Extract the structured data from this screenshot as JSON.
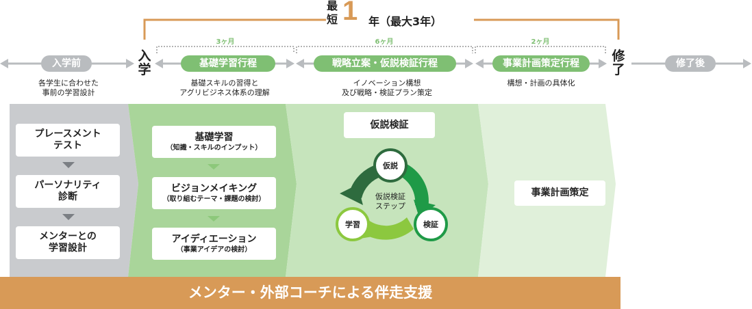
{
  "header": {
    "prefix_top": "最",
    "prefix_bottom": "短",
    "number": "1",
    "suffix": "年（最大3年）"
  },
  "milestones": {
    "entry_top": "入",
    "entry_bottom": "学",
    "complete_top": "修",
    "complete_bottom": "了"
  },
  "phases": [
    {
      "label": "入学前",
      "sub": "各学生に合わせた\n事前の学習設計"
    },
    {
      "label": "基礎学習行程",
      "months": "3ヶ月",
      "sub": "基礎スキルの習得と\nアグリビジネス体系の理解"
    },
    {
      "label": "戦略立案・仮説検証行程",
      "months": "6ヶ月",
      "sub": "イノベーション構想\n及び戦略・検証プラン策定"
    },
    {
      "label": "事業計画策定行程",
      "months": "2ヶ月",
      "sub": "構想・計画の具体化"
    },
    {
      "label": "修了後"
    }
  ],
  "pre_steps": [
    {
      "title": "プレースメント\nテスト"
    },
    {
      "title": "パーソナリティ\n診断"
    },
    {
      "title": "メンターとの\n学習設計"
    }
  ],
  "basic_steps": [
    {
      "title": "基礎学習",
      "sub": "（知識・スキルのインプット）"
    },
    {
      "title": "ビジョンメイキング",
      "sub": "（取り組むテーマ・課題の検討）"
    },
    {
      "title": "アイディエーション",
      "sub": "（事業アイデアの検討）"
    }
  ],
  "strategy": {
    "title": "仮説検証",
    "cycle_center": "仮説検証\nステップ",
    "nodes": [
      "仮説",
      "検証",
      "学習"
    ]
  },
  "plan": {
    "title": "事業計画策定"
  },
  "support_banner": "メンター・外部コーチによる伴走支援",
  "colors": {
    "orange": "#d89a57",
    "gray": "#c9cbce",
    "green_pill": "#7fbf73",
    "green_dark": "#2e6b3e",
    "green_mid": "#1f9a47",
    "green_light": "#8cc83f"
  }
}
